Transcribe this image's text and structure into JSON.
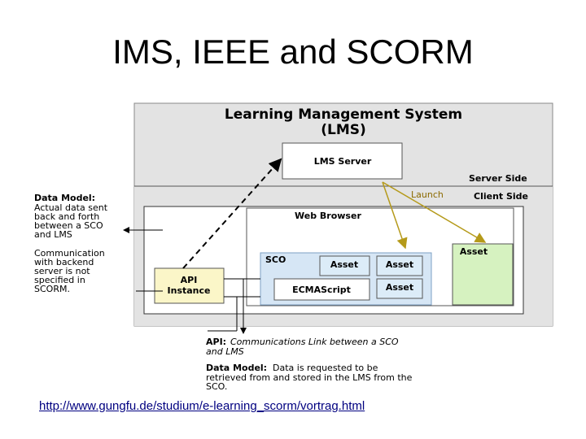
{
  "slide": {
    "title": "IMS, IEEE and SCORM",
    "link": "http://www.gungfu.de/studium/e-learning_scorm/vortrag.html"
  },
  "diagram": {
    "lms_title_line1": "Learning Management System",
    "lms_title_line2": "(LMS)",
    "lms_server": "LMS Server",
    "server_side": "Server Side",
    "launch": "Launch",
    "client_side": "Client Side",
    "web_browser": "Web Browser",
    "sco": "SCO",
    "asset_1": "Asset",
    "asset_2": "Asset",
    "asset_3": "Asset",
    "asset_right": "Asset",
    "ecmascript": "ECMAScript",
    "api_line1": "API",
    "api_line2": "Instance",
    "data_model_left": {
      "heading": "Data Model:",
      "lines": [
        "Actual data sent",
        "back and forth",
        "between a SCO",
        "and LMS"
      ]
    },
    "comm_left": {
      "lines": [
        "Communication",
        "with backend",
        "server is not",
        "specified in",
        "SCORM."
      ]
    },
    "api_note": {
      "heading": "API:",
      "line1": "Communications Link between a SCO",
      "line2": "and LMS"
    },
    "data_model_note": {
      "heading": "Data Model:",
      "line1": "Data is requested to be",
      "line2": "retrieved from and stored in the LMS from the",
      "line3": "SCO."
    }
  },
  "colors": {
    "lms_bg": "#e3e3e3",
    "client_bg": "#ffffff",
    "sco_bg": "#d6e6f5",
    "asset_bg": "#dcecf8",
    "api_bg": "#fbf6c8",
    "right_asset_bg": "#d6f2c0",
    "launch_arrow": "#b59a1a",
    "dashed": "#000000"
  }
}
